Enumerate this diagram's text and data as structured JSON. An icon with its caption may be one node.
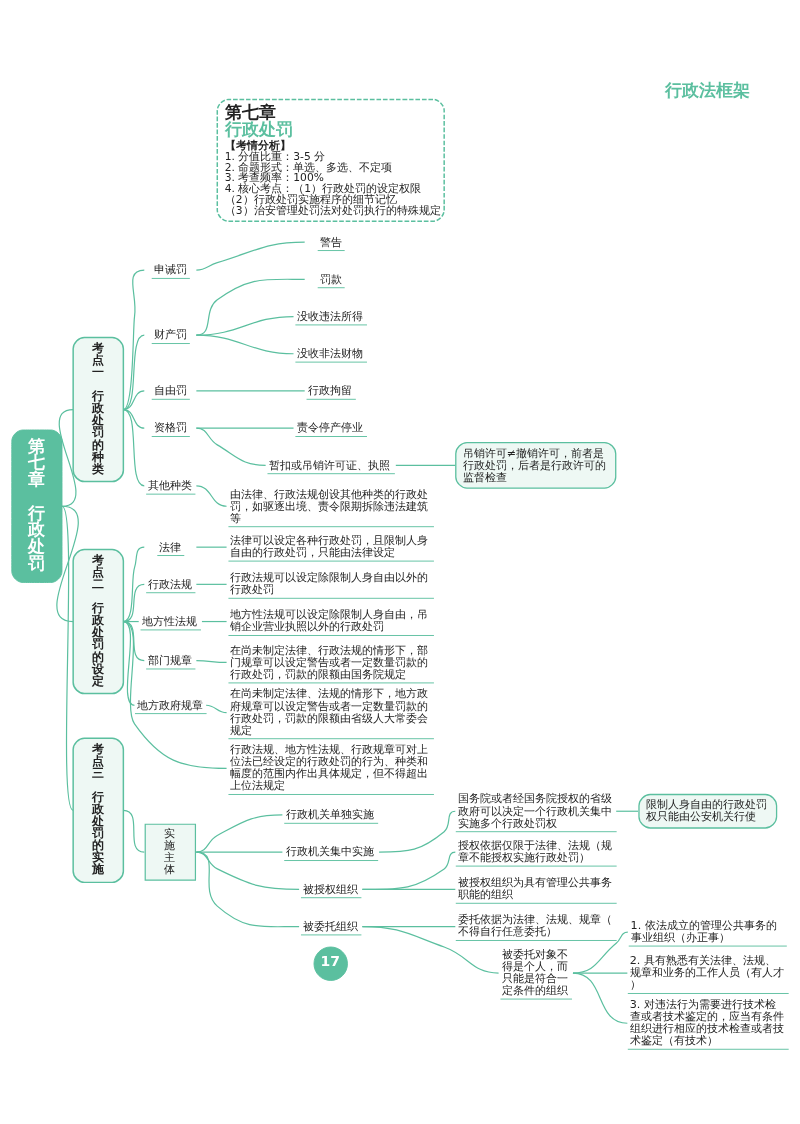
{
  "diagram": {
    "nodes": [
      {
        "text": [
          "第七章",
          "行政处罚",
          "【考情分析】",
          "1. 分值比重：3-5 分",
          "2. 命题形式：单选、多选、不定项",
          "3. 考查频率：100%",
          "4. 核心考点：（1）行政处罚的设定权限",
          "（2）行政处罚实施程序的细节记忆",
          "（3）治安管理处罚法对处罚执行的特殊规定"
        ]
      },
      {
        "text": [
          "第七章",
          "行政处罚"
        ]
      },
      {
        "text": [
          "考点一",
          "行政处罚的种类"
        ]
      },
      {
        "text": [
          "申诫罚"
        ]
      },
      {
        "text": [
          "警告"
        ]
      },
      {
        "text": [
          "财产罚"
        ]
      },
      {
        "text": [
          "罚款"
        ]
      },
      {
        "text": [
          "没收违法所得"
        ]
      },
      {
        "text": [
          "没收非法财物"
        ]
      },
      {
        "text": [
          "自由罚"
        ]
      },
      {
        "text": [
          "行政拘留"
        ]
      },
      {
        "text": [
          "资格罚"
        ]
      },
      {
        "text": [
          "责令停产停业"
        ]
      },
      {
        "text": [
          "暂扣或吊销许可证、执照"
        ]
      },
      {
        "text": [
          "吊销许可≠撤销许可，前者是行政处罚，后者是行政许可的监督检查"
        ]
      },
      {
        "text": [
          "其他种类"
        ]
      },
      {
        "text": [
          "由法律、行政法规创设其他种类的行政处罚，如驱逐出境、责令限期拆除违法建筑等"
        ]
      },
      {
        "text": [
          "考点二",
          "行政处罚的设定"
        ]
      },
      {
        "text": [
          "法律"
        ]
      },
      {
        "text": [
          "法律可以设定各种行政处罚，且限制人身自由的行政处罚，只能由法律设定"
        ]
      },
      {
        "text": [
          "行政法规"
        ]
      },
      {
        "text": [
          "行政法规可以设定除限制人身自由以外的行政处罚"
        ]
      },
      {
        "text": [
          "地方性法规"
        ]
      },
      {
        "text": [
          "地方性法规可以设定除限制人身自由，吊销企业营业执照以外的行政处罚"
        ]
      },
      {
        "text": [
          "部门规章"
        ]
      },
      {
        "text": [
          "在尚未制定法律、行政法规的情形下，部门规章可以设定警告或者一定数量罚款的行政处罚，罚款的限额由国务院规定"
        ]
      },
      {
        "text": [
          "地方政府规章"
        ]
      },
      {
        "text": [
          "在尚未制定法律、法规的情形下，地方政府规章可以设定警告或者一定数量罚款的行政处罚，罚款的限额由省级人大常委会规定"
        ]
      },
      {
        "text": [
          "行政法规、地方性法规、行政规章可对上位法已经设定的行政处罚的行为、种类和幅度的范围内作出具体规定，但不得超出上位法规定"
        ]
      },
      {
        "text": [
          "考点三",
          "行政处罚的实施"
        ]
      },
      {
        "text": [
          "实施主体"
        ]
      },
      {
        "text": [
          "行政机关单独实施"
        ]
      },
      {
        "text": [
          "行政机关集中实施"
        ]
      },
      {
        "text": [
          "国务院或者经国务院授权的省级政府可以决定一个行政机关集中实施多个行政处罚权"
        ]
      },
      {
        "text": [
          "限制人身自由的行政处罚权只能由公安机关行使"
        ]
      },
      {
        "text": [
          "被授权组织"
        ]
      },
      {
        "text": [
          "授权依据仅限于法律、法规（规章不能授权实施行政处罚）"
        ]
      },
      {
        "text": [
          "被授权组织为具有管理公共事务职能的组织"
        ]
      },
      {
        "text": [
          "被委托组织"
        ]
      },
      {
        "text": [
          "委托依据为法律、法规、规章（不得自行任意委托）"
        ]
      },
      {
        "text": [
          "被委托对象不得是个人，而只能是符合一定条件的组织"
        ]
      },
      {
        "text": [
          "1. 依法成立的管理公共事务的事业组织（办正事）"
        ]
      },
      {
        "text": [
          "2. 具有熟悉有关法律、法规、规章和业务的工作人员（有人才）"
        ]
      },
      {
        "text": [
          "3. 对违法行为需要进行技术检查或者技术鉴定的，应当有条件组织进行相应的技术检查或者技术鉴定（有技术）"
        ]
      },
      {
        "text": [
          "17"
        ]
      }
    ],
    "edges": [
      {
        "from": 1,
        "to": 2,
        "arrow": "none"
      },
      {
        "from": 2,
        "to": 3,
        "arrow": "none"
      },
      {
        "from": 3,
        "to": 4,
        "arrow": "none"
      },
      {
        "from": 2,
        "to": 5,
        "arrow": "none"
      },
      {
        "from": 5,
        "to": 6,
        "arrow": "none"
      },
      {
        "from": 5,
        "to": 7,
        "arrow": "none"
      },
      {
        "from": 5,
        "to": 8,
        "arrow": "none"
      },
      {
        "from": 2,
        "to": 9,
        "arrow": "none"
      },
      {
        "from": 9,
        "to": 10,
        "arrow": "none"
      },
      {
        "from": 2,
        "to": 11,
        "arrow": "none"
      },
      {
        "from": 11,
        "to": 12,
        "arrow": "none"
      },
      {
        "from": 11,
        "to": 13,
        "arrow": "none"
      },
      {
        "from": 14,
        "to": 13,
        "arrow": "none"
      },
      {
        "from": 2,
        "to": 15,
        "arrow": "none"
      },
      {
        "from": 15,
        "to": 16,
        "arrow": "none"
      },
      {
        "from": 1,
        "to": 17,
        "arrow": "none"
      },
      {
        "from": 17,
        "to": 18,
        "arrow": "none"
      },
      {
        "from": 18,
        "to": 19,
        "arrow": "none"
      },
      {
        "from": 17,
        "to": 20,
        "arrow": "none"
      },
      {
        "from": 20,
        "to": 21,
        "arrow": "none"
      },
      {
        "from": 17,
        "to": 22,
        "arrow": "none"
      },
      {
        "from": 22,
        "to": 23,
        "arrow": "none"
      },
      {
        "from": 17,
        "to": 24,
        "arrow": "none"
      },
      {
        "from": 24,
        "to": 25,
        "arrow": "none"
      },
      {
        "from": 17,
        "to": 26,
        "arrow": "none"
      },
      {
        "from": 26,
        "to": 27,
        "arrow": "none"
      },
      {
        "from": 17,
        "to": 28,
        "arrow": "none"
      },
      {
        "from": 1,
        "to": 29,
        "arrow": "none"
      },
      {
        "from": 29,
        "to": 30,
        "arrow": "none"
      },
      {
        "from": 30,
        "to": 31,
        "arrow": "none"
      },
      {
        "from": 30,
        "to": 32,
        "arrow": "none"
      },
      {
        "from": 32,
        "to": 33,
        "arrow": "none"
      },
      {
        "from": 34,
        "to": 33,
        "arrow": "none"
      },
      {
        "from": 30,
        "to": 35,
        "arrow": "none"
      },
      {
        "from": 35,
        "to": 36,
        "arrow": "none"
      },
      {
        "from": 35,
        "to": 37,
        "arrow": "none"
      },
      {
        "from": 30,
        "to": 38,
        "arrow": "none"
      },
      {
        "from": 38,
        "to": 39,
        "arrow": "none"
      },
      {
        "from": 38,
        "to": 40,
        "arrow": "none"
      },
      {
        "from": 40,
        "to": 41,
        "arrow": "none"
      },
      {
        "from": 40,
        "to": 42,
        "arrow": "none"
      },
      {
        "from": 40,
        "to": 43,
        "arrow": "none"
      }
    ],
    "labels": [
      "行政法框架"
    ]
  }
}
